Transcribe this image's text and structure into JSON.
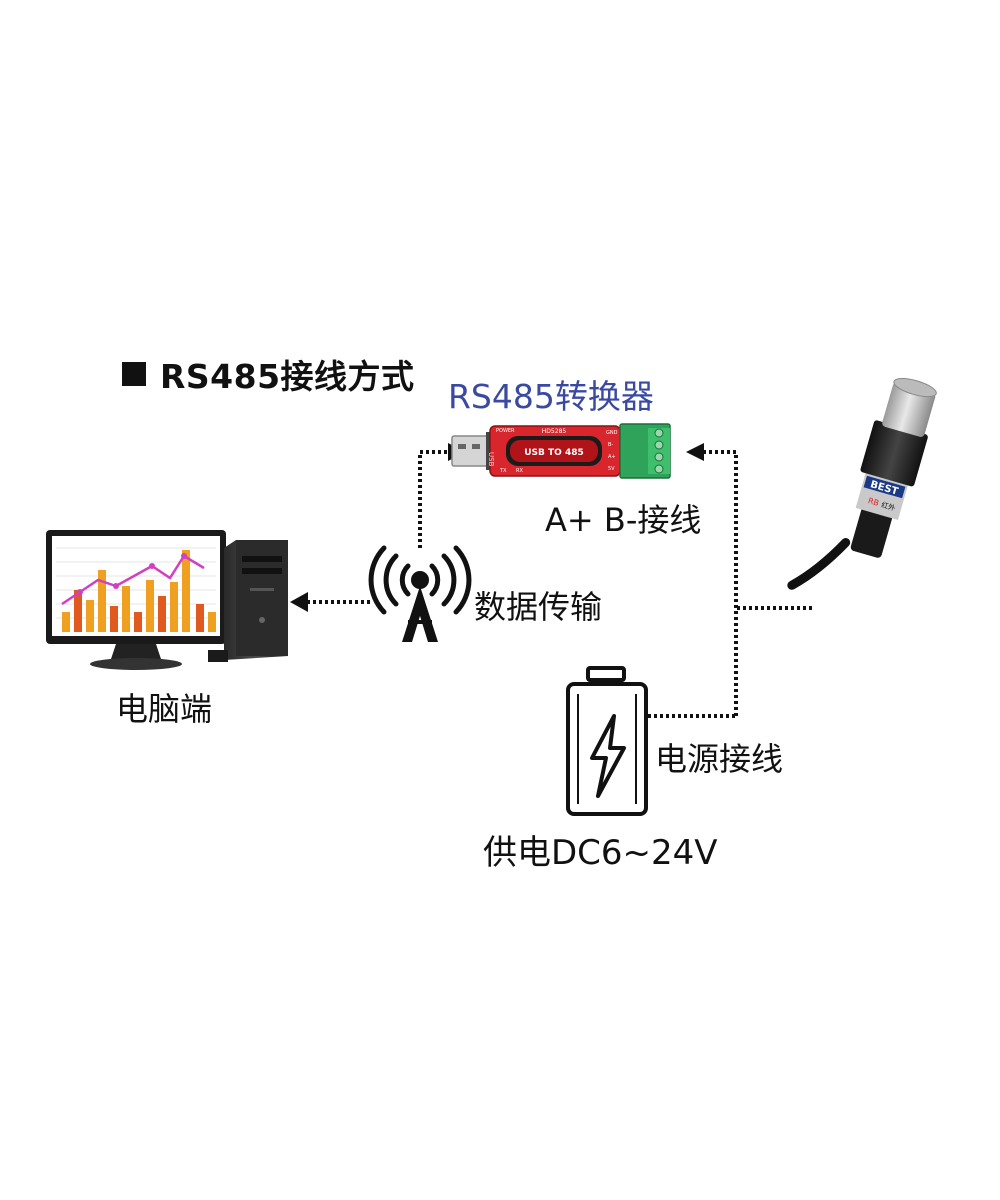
{
  "title": {
    "main": "RS485接线方式",
    "converter": "RS485转换器"
  },
  "labels": {
    "wiring_ab": "A+ B-接线",
    "data_transfer": "数据传输",
    "pc_side": "电脑端",
    "power_wiring": "电源接线",
    "power_supply": "供电DC6~24V"
  },
  "converter_device": {
    "model": "HD5285",
    "face_text": "USB TO 485",
    "side_text": "USB",
    "power_text": "POWER",
    "pin_gnd": "GND",
    "pin_b": "B-",
    "pin_a": "A+",
    "pin_vcc": "5V",
    "tx": "TX",
    "rx": "RX"
  },
  "sensor_device": {
    "brand": "BEST",
    "code": "RB",
    "tag": "红外"
  },
  "colors": {
    "title_blue": "#3a4aa0",
    "converter_red": "#d8262c",
    "terminal_green": "#2fa35a",
    "bar_orange": "#f0a020",
    "line_magenta": "#d040c0"
  },
  "icons": [
    "monitor-icon",
    "pc-tower-icon",
    "antenna-icon",
    "battery-icon",
    "lightning-icon",
    "usb-converter-icon",
    "photoelectric-sensor-icon"
  ]
}
